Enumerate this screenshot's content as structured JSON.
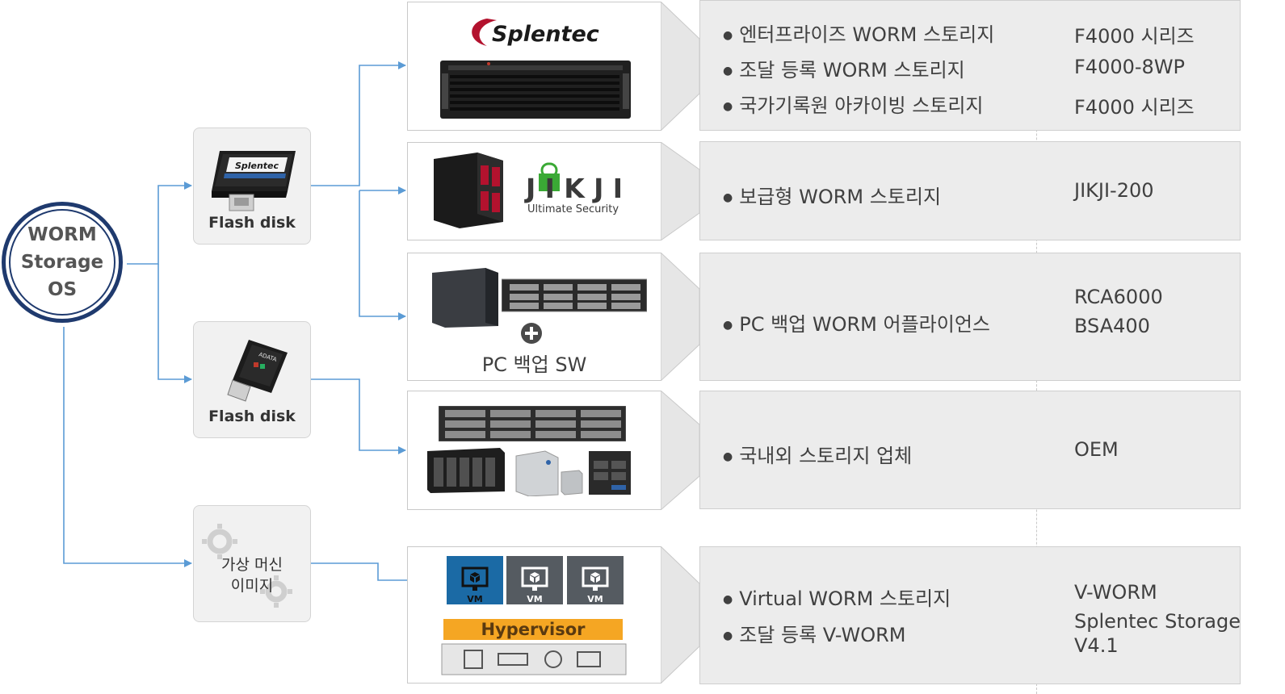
{
  "os": {
    "line1": "WORM",
    "line2": "Storage",
    "line3": "OS"
  },
  "tiles": [
    {
      "label": "Flash disk",
      "logo": "Splentec"
    },
    {
      "label": "Flash disk",
      "logo": "ADATA"
    },
    {
      "label_line1": "가상 머신",
      "label_line2": "이미지"
    }
  ],
  "products": [
    {
      "logo": "Splentec"
    },
    {
      "logo_main": "JIKJI",
      "logo_sub": "Ultimate Security"
    },
    {
      "caption": "PC 백업 SW"
    },
    {},
    {
      "vm_label": "VM",
      "hypervisor": "Hypervisor"
    }
  ],
  "rows": [
    {
      "bullets": [
        "엔터프라이즈 WORM 스토리지",
        "조달 등록 WORM 스토리지",
        "국가기록원 아카이빙 스토리지"
      ],
      "models": [
        "F4000 시리즈",
        "F4000-8WP",
        "F4000 시리즈"
      ]
    },
    {
      "bullets": [
        "보급형 WORM 스토리지"
      ],
      "models": [
        "JIKJI-200"
      ]
    },
    {
      "bullets": [
        "PC 백업 WORM 어플라이언스"
      ],
      "models": [
        "RCA6000",
        "BSA400"
      ]
    },
    {
      "bullets": [
        "국내외 스토리지 업체"
      ],
      "models": [
        "OEM"
      ]
    },
    {
      "bullets": [
        "Virtual WORM 스토리지",
        "조달 등록 V-WORM"
      ],
      "models": [
        "V-WORM",
        "Splentec Storage",
        "V4.1"
      ]
    }
  ],
  "colors": {
    "connector": "#5b9bd5",
    "circle": "#1f3a6e",
    "hypervisor": "#f5a623",
    "vm_blue": "#1b6aa5",
    "vm_gray": "#555b61",
    "brand_red": "#b3122e"
  }
}
